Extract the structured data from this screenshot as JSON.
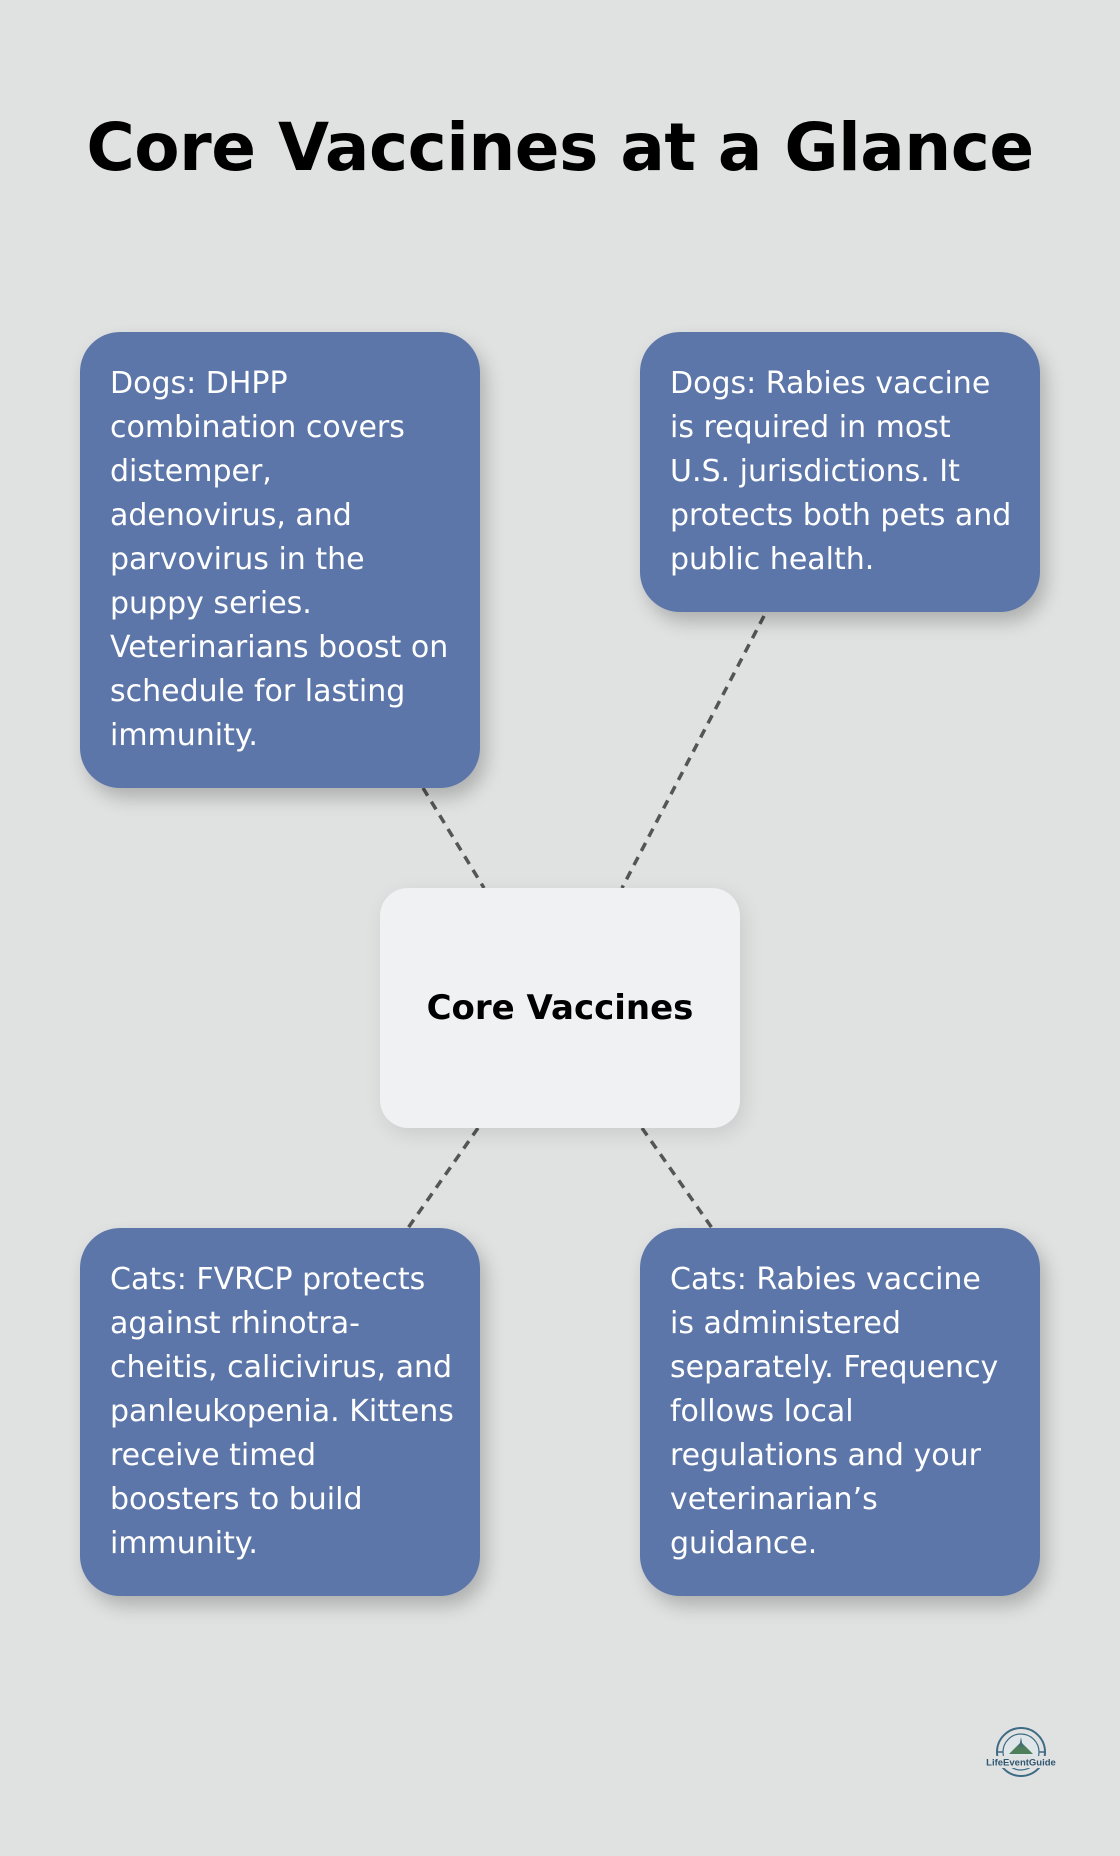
{
  "title": "Core Vaccines at a Glance",
  "center_node": {
    "label": "Core Vaccines"
  },
  "nodes": [
    {
      "text": "Dogs: DHPP combination covers distemper, adenovirus, and parvovirus in the puppy series. Veterinarians boost on schedule for lasting immunity."
    },
    {
      "text": "Dogs: Rabies vaccine is required in most U.S. jurisdictions. It protects both pets and public health."
    },
    {
      "text": "Cats: FVRCP protects against rhinotra-cheitis, calicivirus, and panleukopenia. Kittens receive timed boosters to build immunity."
    },
    {
      "text": "Cats: Rabies vaccine is administered separately. Frequency follows local regulations and your veterinarian’s guidance."
    }
  ],
  "logo": {
    "text": "LifeEventGuide"
  },
  "colors": {
    "background": "#e0e2e2",
    "node_fill": "#5d76a9",
    "node_text": "#ffffff",
    "center_fill": "#eff1f2",
    "connector": "#555555"
  }
}
